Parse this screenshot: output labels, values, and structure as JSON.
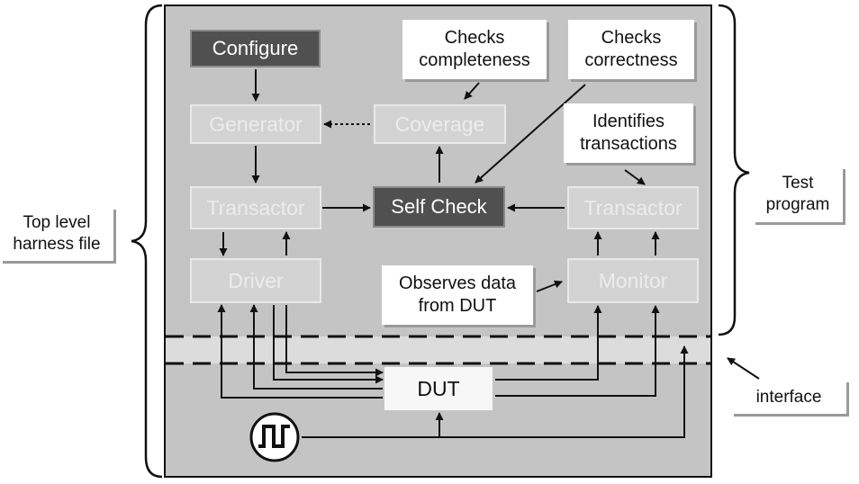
{
  "blocks": {
    "configure": "Configure",
    "generator": "Generator",
    "coverage": "Coverage",
    "transactor_left": "Transactor",
    "self_check": "Self Check",
    "transactor_right": "Transactor",
    "driver": "Driver",
    "monitor": "Monitor",
    "dut": "DUT"
  },
  "notes": {
    "checks_completeness": "Checks\ncompleteness",
    "checks_correctness": "Checks\ncorrectness",
    "identifies_transactions": "Identifies\ntransactions",
    "observes_data": "Observes data\nfrom DUT"
  },
  "labels": {
    "top_level": "Top level\nharness file",
    "test_program": "Test\nprogram",
    "interface": "interface"
  },
  "colors": {
    "panel": "#c4c4c4",
    "block": "#d3d3d3",
    "dark_block": "#505050",
    "band": "#dcdcdc"
  }
}
